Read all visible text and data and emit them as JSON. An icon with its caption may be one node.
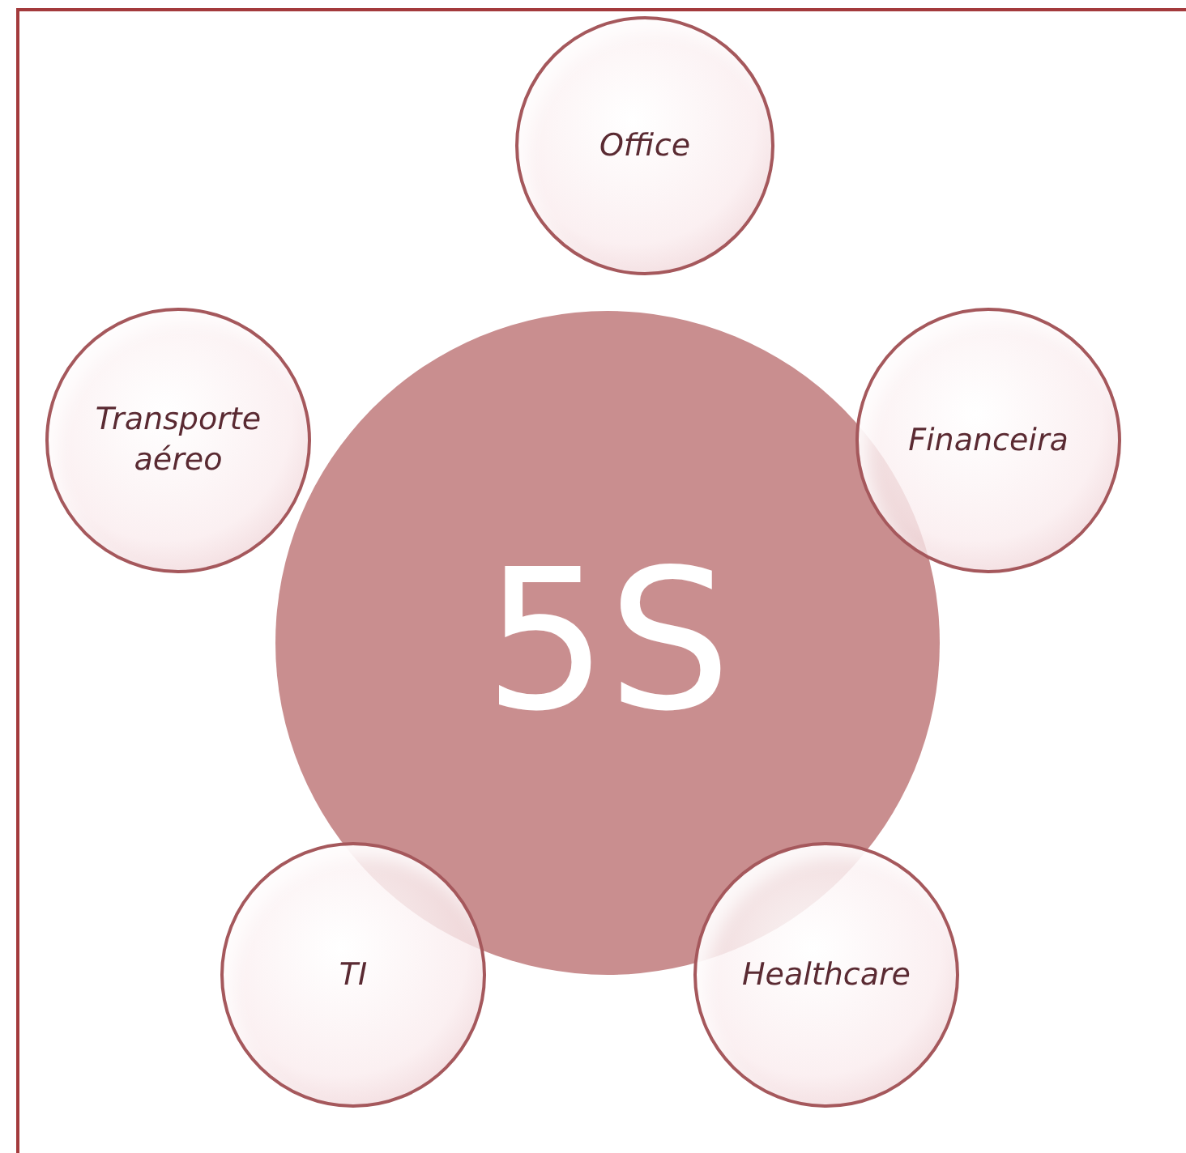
{
  "diagram": {
    "nodes": [
      {
        "text": [
          "Office"
        ]
      },
      {
        "text": [
          "Transporte aéreo"
        ]
      },
      {
        "text": [
          "Financeira"
        ]
      },
      {
        "text": [
          "5S"
        ]
      },
      {
        "text": [
          "TI"
        ]
      },
      {
        "text": [
          "Healthcare"
        ]
      }
    ]
  }
}
